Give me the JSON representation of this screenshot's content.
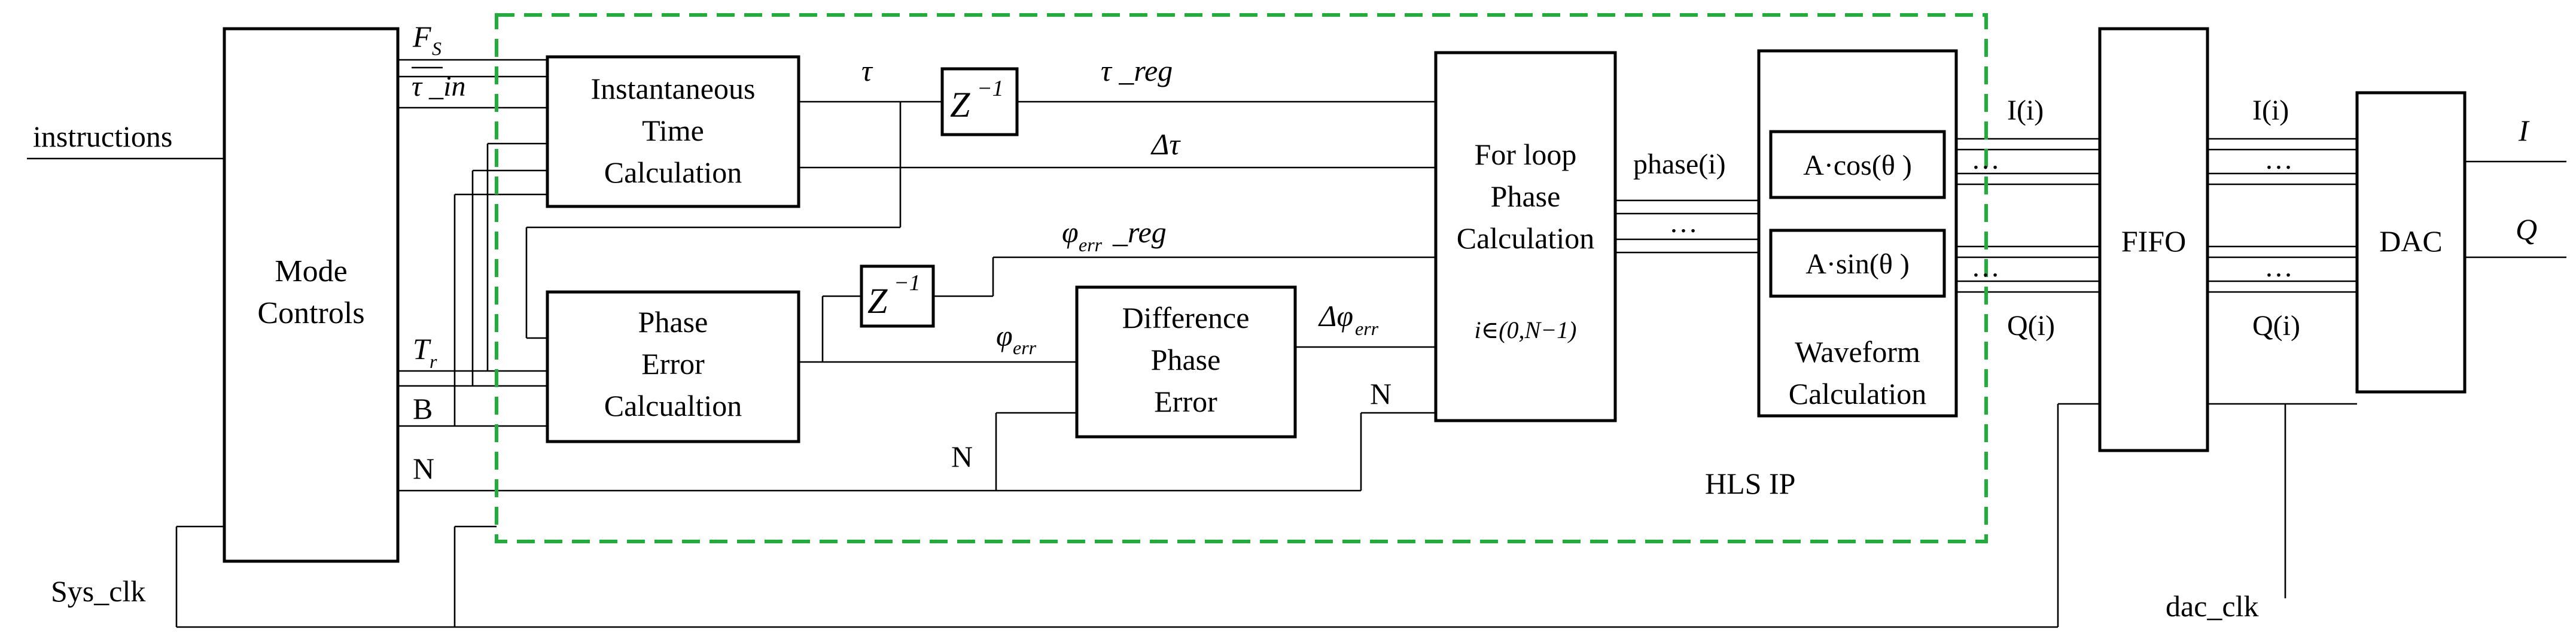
{
  "blocks": {
    "mode": [
      "Mode",
      "Controls"
    ],
    "itc": [
      "Instantaneous",
      "Time",
      "Calculation"
    ],
    "pec": [
      "Phase",
      "Error",
      "Calcualtion"
    ],
    "dpe": [
      "Difference",
      "Phase",
      "Error"
    ],
    "flp": [
      "For loop",
      "Phase",
      "Calculation"
    ],
    "flp_range": "i∈(0,N−1)",
    "cos": "A·cos(θ )",
    "sin": "A·sin(θ )",
    "wave": [
      "Waveform",
      "Calculation"
    ],
    "fifo": "FIFO",
    "dac": "DAC",
    "z1": "Z",
    "z1_exp": "−1",
    "z2": "Z",
    "z2_exp": "−1"
  },
  "signals": {
    "instructions": "instructions",
    "sys_clk": "Sys_clk",
    "dac_clk": "dac_clk",
    "fs": "F",
    "fs_sub": "S",
    "tau_in": "τ _in",
    "tr": "T",
    "tr_sub": "r",
    "b": "B",
    "n_mode": "N",
    "n_dpe": "N",
    "n_flp": "N",
    "tau": "τ",
    "tau_reg": "τ _reg",
    "dtau": "Δτ",
    "phierr_reg": "φ",
    "phierr_reg_sub": "err",
    "phierr_reg_suffix": "_reg",
    "phierr": "φ",
    "phierr_sub": "err",
    "dphierr": "Δφ",
    "dphierr_sub": "err",
    "phase_i": "phase(i)",
    "dots": "…",
    "i_1": "I(i)",
    "q_1": "Q(i)",
    "i_2": "I(i)",
    "q_2": "Q(i)",
    "i_out": "I",
    "q_out": "Q",
    "hls": "HLS IP"
  }
}
